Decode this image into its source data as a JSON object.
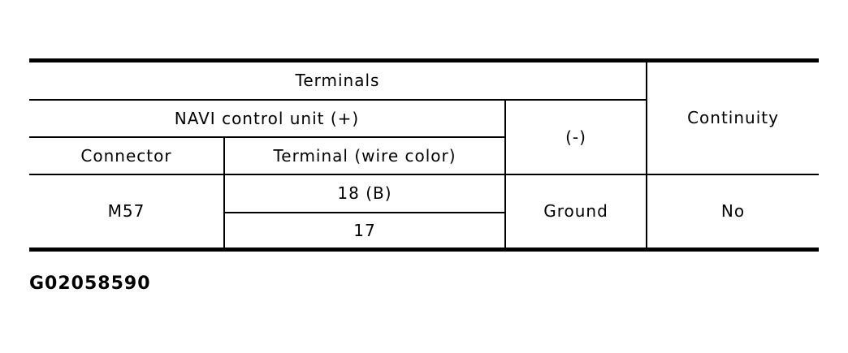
{
  "page": {
    "background_color": "#ffffff",
    "text_color": "#000000",
    "line_color": "#000000"
  },
  "table": {
    "header": {
      "terminals": "Terminals",
      "navi_control_unit": "NAVI control unit (+)",
      "connector": "Connector",
      "terminal_wire_color": "Terminal (wire color)",
      "negative": "(-)",
      "continuity": "Continuity"
    },
    "data": {
      "connector": "M57",
      "terminal_row1": "18 (B)",
      "terminal_row2": "17",
      "negative": "Ground",
      "continuity": "No"
    }
  },
  "caption": "G02058590"
}
